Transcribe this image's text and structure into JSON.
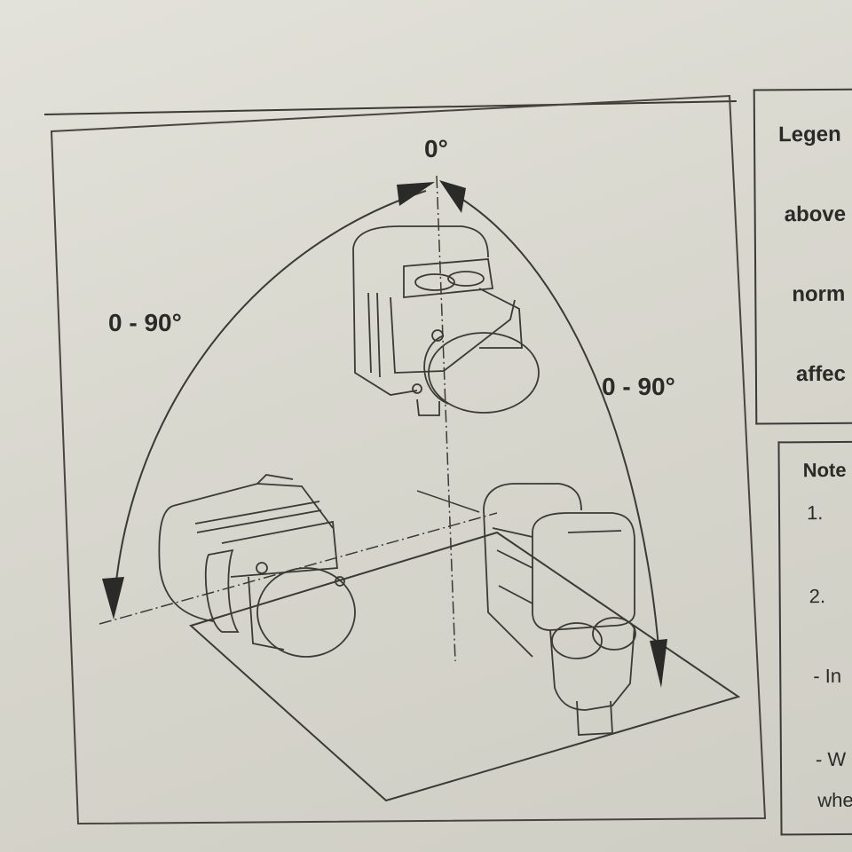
{
  "diagram": {
    "angle_top": "0°",
    "angle_left": "0 - 90°",
    "angle_right": "0 - 90°"
  },
  "legend": {
    "lines": [
      "Legen",
      "above",
      "norm",
      "affec"
    ]
  },
  "notes": {
    "title": "Note",
    "items": [
      "1.",
      "2.",
      "- In",
      "- W",
      "whe"
    ]
  }
}
